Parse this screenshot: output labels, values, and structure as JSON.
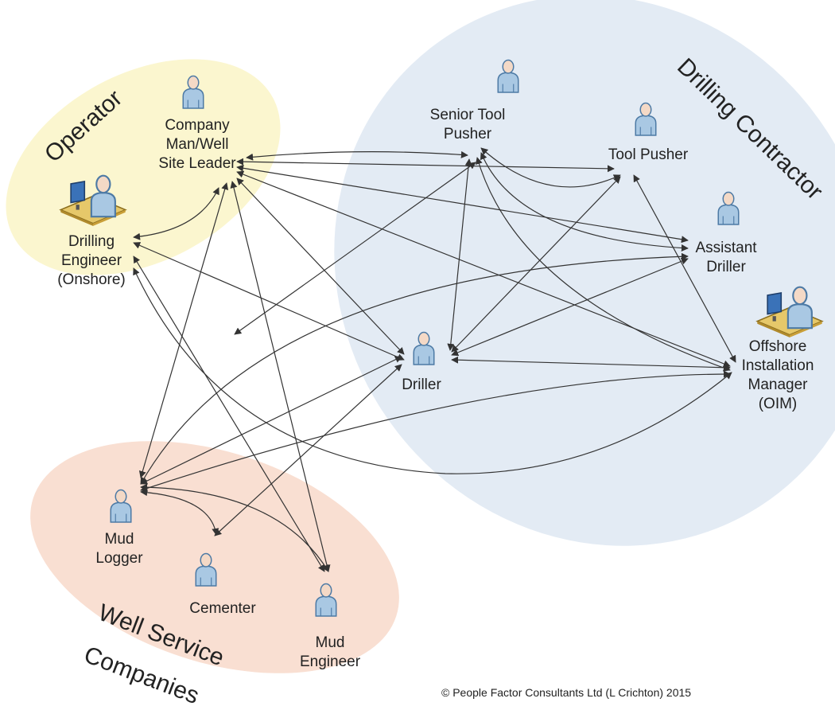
{
  "groups": {
    "operator": "Operator",
    "drilling_contractor": "Drilling Contractor",
    "well_service_line1": "Well Service",
    "well_service_line2": "Companies"
  },
  "roles": {
    "company_man": {
      "line1": "Company",
      "line2": "Man/Well",
      "line3": "Site Leader"
    },
    "drilling_engineer": {
      "line1": "Drilling",
      "line2": "Engineer",
      "line3": "(Onshore)"
    },
    "senior_tool_pusher": {
      "line1": "Senior Tool",
      "line2": "Pusher"
    },
    "tool_pusher": {
      "line1": "Tool Pusher"
    },
    "assistant_driller": {
      "line1": "Assistant",
      "line2": "Driller"
    },
    "oim": {
      "line1": "Offshore",
      "line2": "Installation",
      "line3": "Manager",
      "line4": "(OIM)"
    },
    "driller": {
      "line1": "Driller"
    },
    "mud_logger": {
      "line1": "Mud",
      "line2": "Logger"
    },
    "cementer": {
      "line1": "Cementer"
    },
    "mud_engineer": {
      "line1": "Mud",
      "line2": "Engineer"
    }
  },
  "copyright": "© People Factor Consultants Ltd (L Crichton) 2015",
  "colors": {
    "operator_region": "#fbf6cf",
    "contractor_region": "#e3ebf4",
    "service_region": "#f9dfd2",
    "arrow": "#333333",
    "person_fill": "#a9c8e3",
    "person_outline": "#4d7aa5",
    "head_fill": "#f4d9c6"
  },
  "icons": {
    "person": "person-icon",
    "workstation": "workstation-icon"
  }
}
